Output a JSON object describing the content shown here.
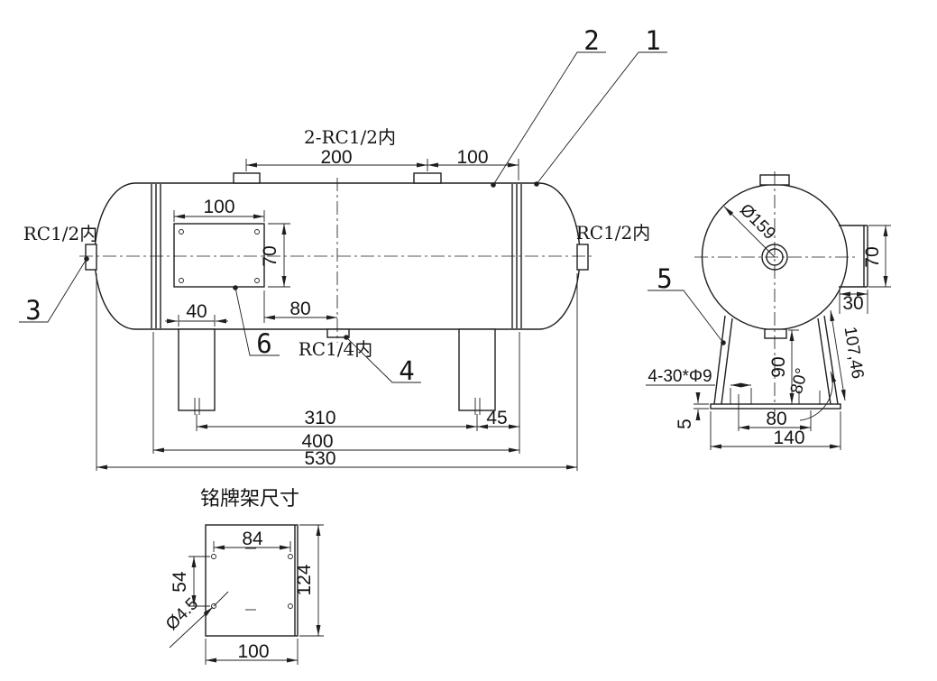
{
  "side_view": {
    "port_label_top": "2-RC1/2内",
    "port_label_left": "RC1/2内",
    "port_label_right": "RC1/2内",
    "port_label_drain": "RC1/4内",
    "dim_nozzle_spacing": "200",
    "dim_nozzle_to_seam": "100",
    "dim_plate_width": "100",
    "dim_plate_height": "70",
    "dim_plate_to_center": "80",
    "dim_leg_width": "40",
    "dim_leg_spacing": "310",
    "dim_leg_to_seam": "45",
    "dim_shell_length": "400",
    "dim_overall_length": "530",
    "callout_1": "1",
    "callout_2": "2",
    "callout_3": "3",
    "callout_4": "4",
    "callout_6": "6"
  },
  "end_view": {
    "callout_5": "5",
    "dim_diameter": "Ø159",
    "dim_bracket_height": "70",
    "dim_bracket_depth": "30",
    "dim_leg_length": "107,46",
    "dim_tank_to_base": "90",
    "dim_leg_angle": "80°",
    "label_bolt_holes": "4-30*Φ9",
    "dim_bolt_spacing": "80",
    "dim_base_width": "140",
    "dim_base_thickness": "5"
  },
  "nameplate_detail": {
    "title": "铭牌架尺寸",
    "dim_hole_spacing_h": "84",
    "dim_hole_spacing_v": "54",
    "dim_hole_diameter": "Ø4.5",
    "dim_plate_height": "124",
    "dim_plate_width": "100"
  }
}
